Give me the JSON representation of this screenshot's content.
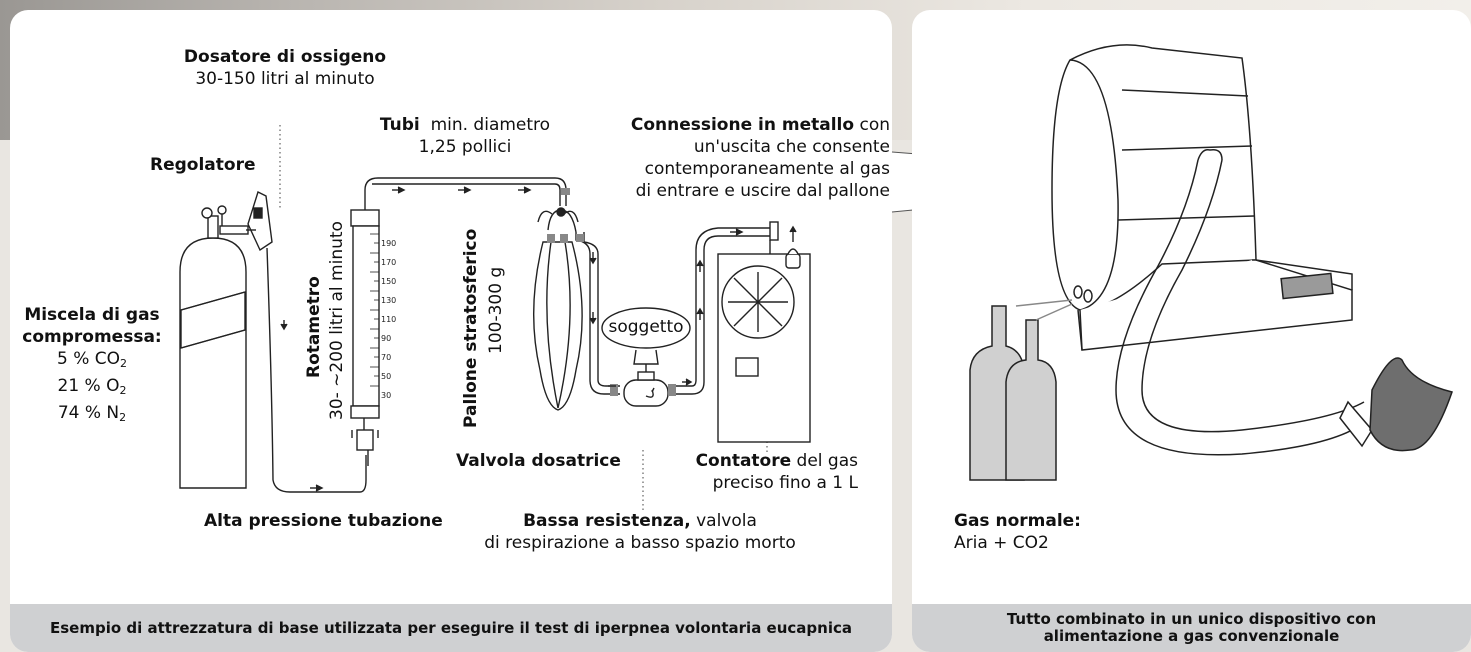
{
  "left": {
    "dosatore_title": "Dosatore di ossigeno",
    "dosatore_sub": "30-150 litri al minuto",
    "tubi_title": "Tubi",
    "tubi_sub1": "min. diametro",
    "tubi_sub2": "1,25 pollici",
    "regolatore": "Regolatore",
    "connessione_title": "Connessione in metallo",
    "connessione_1": "con",
    "connessione_2": "un'uscita che consente",
    "connessione_3": "contemporaneamente al gas",
    "connessione_4": "di entrare e uscire dal pallone",
    "miscela_title_1": "Miscela di gas",
    "miscela_title_2": "compromessa:",
    "mix_co2_pre": "5 % CO",
    "mix_o2_pre": "21 % O",
    "mix_n2_pre": "74 % N",
    "mix_sub": "2",
    "rotametro_title": "Rotametro",
    "rotametro_sub": "30- ~200 litri al minuto",
    "rotametro_ticks": [
      "190",
      "170",
      "150",
      "130",
      "110",
      "90",
      "70",
      "50",
      "30"
    ],
    "pallone_title": "Pallone stratosferico",
    "pallone_sub": "100-300 g",
    "soggetto": "soggetto",
    "valvola_dosatrice": "Valvola dosatrice",
    "contatore_title": "Contatore",
    "contatore_1": "del gas",
    "contatore_2": "preciso fino a 1 L",
    "alta_pressione": "Alta pressione tubazione",
    "bassa_title": "Bassa resistenza,",
    "bassa_1": "valvola",
    "bassa_2": "di respirazione a basso spazio morto",
    "caption": "Esempio di attrezzatura di base utilizzata per eseguire il test di iperpnea volontaria eucapnica"
  },
  "right": {
    "gas_title": "Gas normale:",
    "gas_sub": "Aria + CO2",
    "caption_1": "Tutto combinato in un unico dispositivo con",
    "caption_2": "alimentazione a gas convenzionale"
  },
  "colors": {
    "caption_bg": "#cfd0d2",
    "cylinder": "#d0d0d0",
    "mouthpiece": "#6e6e6e"
  }
}
